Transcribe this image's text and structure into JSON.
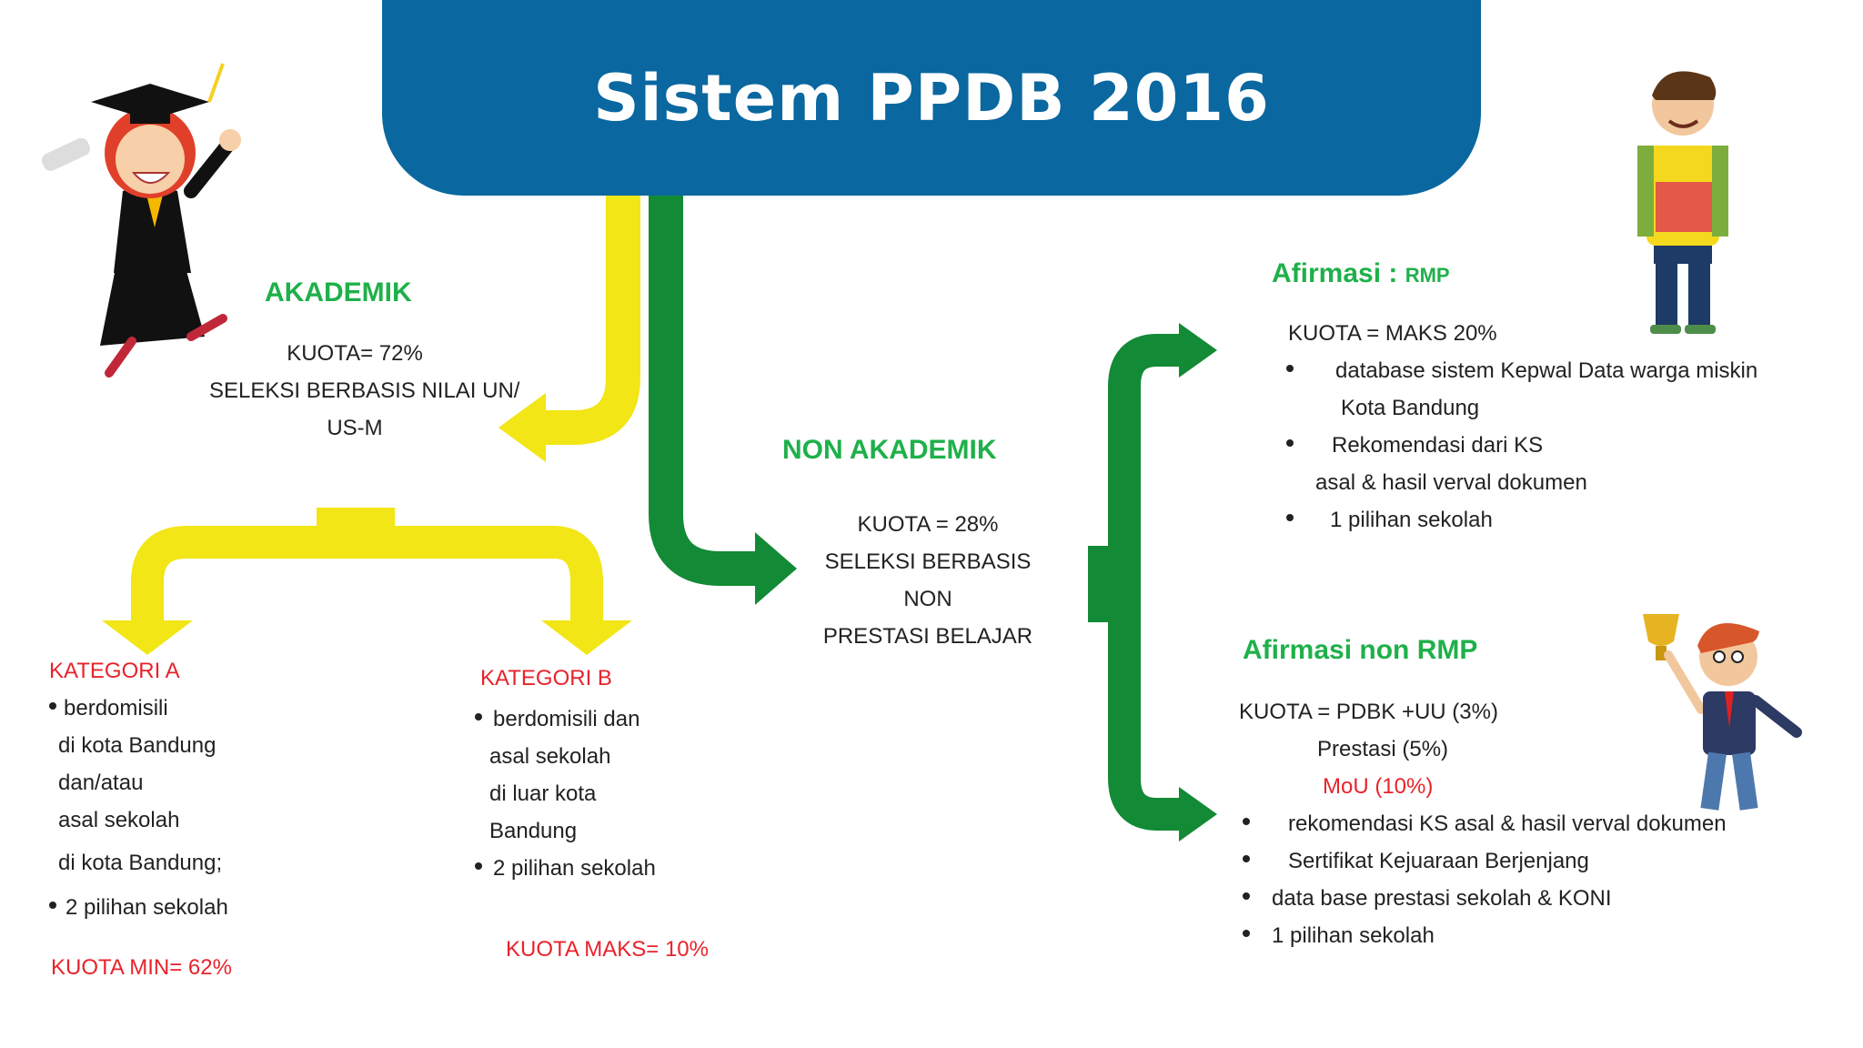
{
  "title": "Sistem PPDB 2016",
  "akademik": {
    "heading": "AKADEMIK",
    "lines": [
      "KUOTA= 72%",
      "SELEKSI BERBASIS NILAI UN/",
      "US-M"
    ]
  },
  "kategori_a": {
    "heading": "KATEGORI A",
    "bullet1": [
      "berdomisili",
      "di kota Bandung",
      "dan/atau",
      "asal sekolah",
      "di kota Bandung;"
    ],
    "bullet2": "2 pilihan sekolah",
    "quota": "KUOTA MIN= 62%"
  },
  "kategori_b": {
    "heading": "KATEGORI B",
    "bullet1": [
      "berdomisili  dan",
      "asal sekolah",
      "di luar kota",
      "Bandung"
    ],
    "bullet2": "2 pilihan  sekolah",
    "quota": "KUOTA MAKS= 10%"
  },
  "non_akademik": {
    "heading": "NON AKADEMIK",
    "lines": [
      "KUOTA = 28%",
      "SELEKSI BERBASIS",
      "NON",
      "PRESTASI BELAJAR"
    ]
  },
  "afirmasi_rmp": {
    "heading_main": "Afirmasi : ",
    "heading_small": "RMP",
    "quota": "KUOTA =  MAKS 20%",
    "bullet1": [
      "database sistem Kepwal Data warga miskin",
      "Kota Bandung"
    ],
    "bullet2": "Rekomendasi dari  KS",
    "bullet2_cont": "asal & hasil verval dokumen",
    "bullet3": "1  pilihan sekolah"
  },
  "afirmasi_non_rmp": {
    "heading": "Afirmasi non RMP",
    "quota": "KUOTA = PDBK +UU (3%)",
    "prestasi": "Prestasi (5%)",
    "mou": "MoU  (10%)",
    "bullets": [
      "rekomendasi KS  asal & hasil verval dokumen",
      "Sertifikat Kejuaraan Berjenjang",
      "data base prestasi sekolah & KONI",
      "1  pilihan sekolah"
    ]
  },
  "colors": {
    "banner": "#0a67a0",
    "yellow": "#f2e616",
    "green": "#138a36",
    "heading_green": "#1fb04a",
    "red": "#e8232b"
  }
}
